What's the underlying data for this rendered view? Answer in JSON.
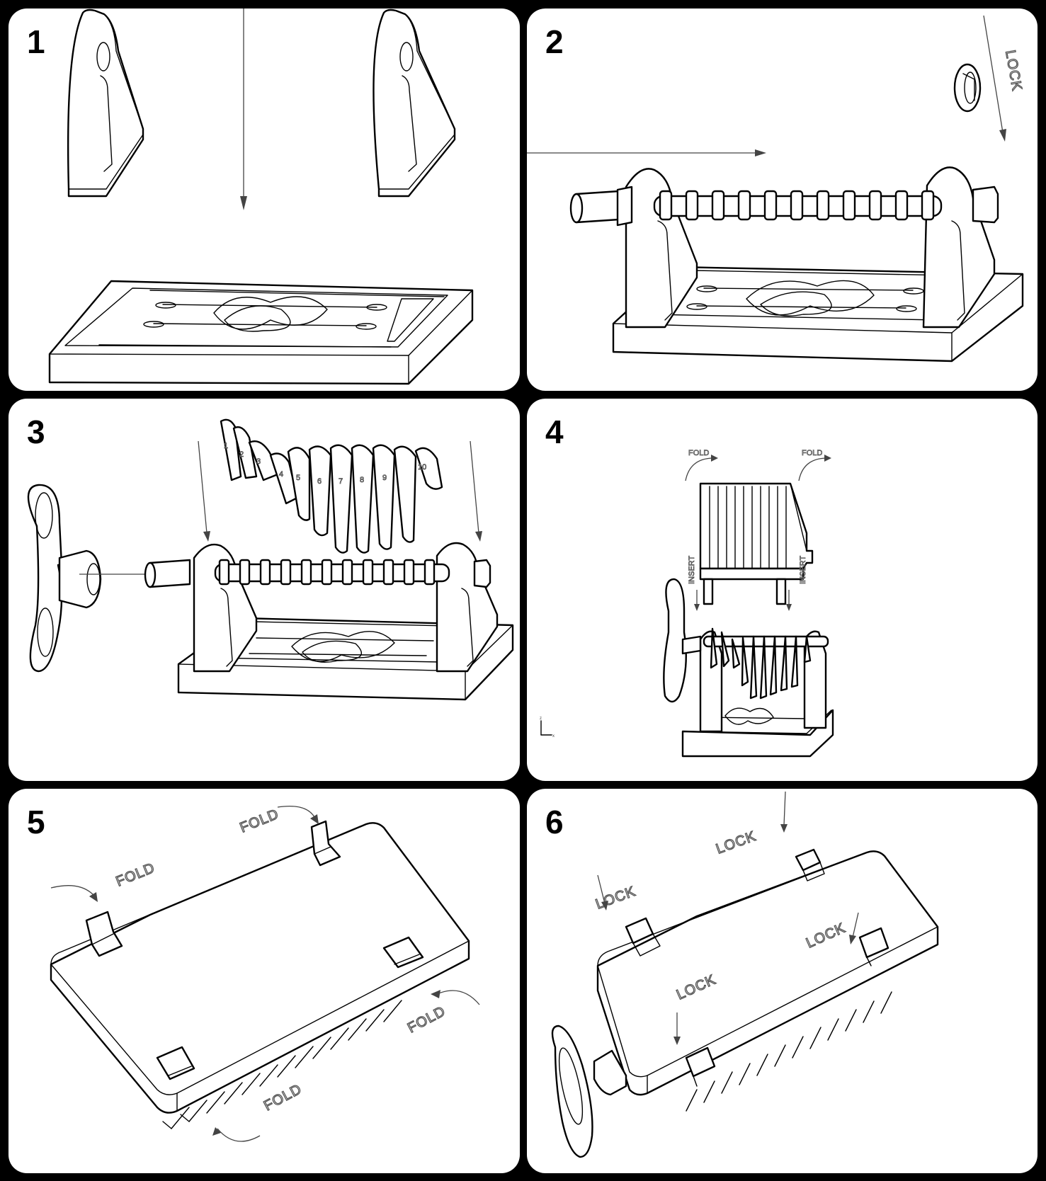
{
  "panels": [
    {
      "step": "1",
      "labels": []
    },
    {
      "step": "2",
      "labels": [
        "LOCK"
      ]
    },
    {
      "step": "3",
      "labels": [],
      "comb_numbers": [
        "1",
        "2",
        "3",
        "4",
        "5",
        "6",
        "7",
        "8",
        "9",
        "10"
      ]
    },
    {
      "step": "4",
      "labels": [
        "FOLD",
        "FOLD",
        "INSERT",
        "INSERT"
      ],
      "axis": [
        "z",
        "x"
      ]
    },
    {
      "step": "5",
      "labels": [
        "FOLD",
        "FOLD",
        "FOLD",
        "FOLD"
      ]
    },
    {
      "step": "6",
      "labels": [
        "LOCK",
        "LOCK",
        "LOCK",
        "LOCK"
      ]
    }
  ]
}
